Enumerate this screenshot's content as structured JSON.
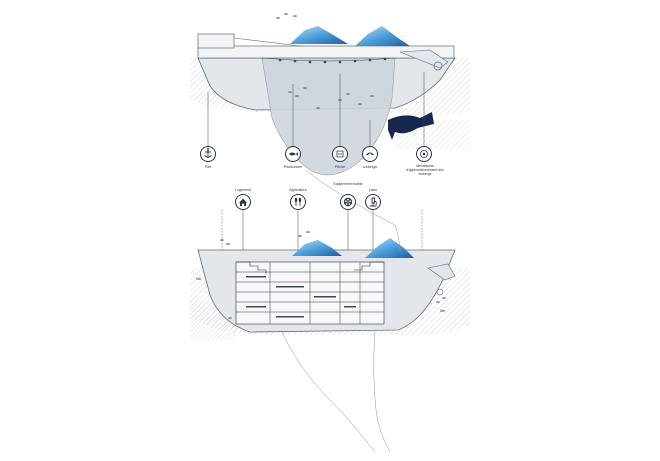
{
  "top_section": {
    "icons": [
      {
        "name": "anchor-icon",
        "label": "Port"
      },
      {
        "name": "fish-icon",
        "label": "Pisciculture"
      },
      {
        "name": "fish-hand-icon",
        "label": "Pêche"
      },
      {
        "name": "whale-watch-icon",
        "label": "Icebergs"
      },
      {
        "name": "iceberg-supply-icon",
        "label": "Mécanisme d'approvisionnement des icebergs"
      }
    ]
  },
  "bottom_section": {
    "icons": [
      {
        "name": "house-icon",
        "label": "Logement"
      },
      {
        "name": "agriculture-icon",
        "label": "Agriculture"
      },
      {
        "name": "equipment-icon",
        "label": "Équipement mobile"
      },
      {
        "name": "microscope-icon",
        "label": "Labo"
      }
    ],
    "side_labels": [
      "Mer",
      "Mer"
    ]
  },
  "colors": {
    "ink": "#2a3340",
    "ice_light": "#a9d4f0",
    "ice_dark": "#1f6fb8",
    "hull": "#e3e6ea",
    "hatch": "#7d8898",
    "whale": "#16284d"
  }
}
